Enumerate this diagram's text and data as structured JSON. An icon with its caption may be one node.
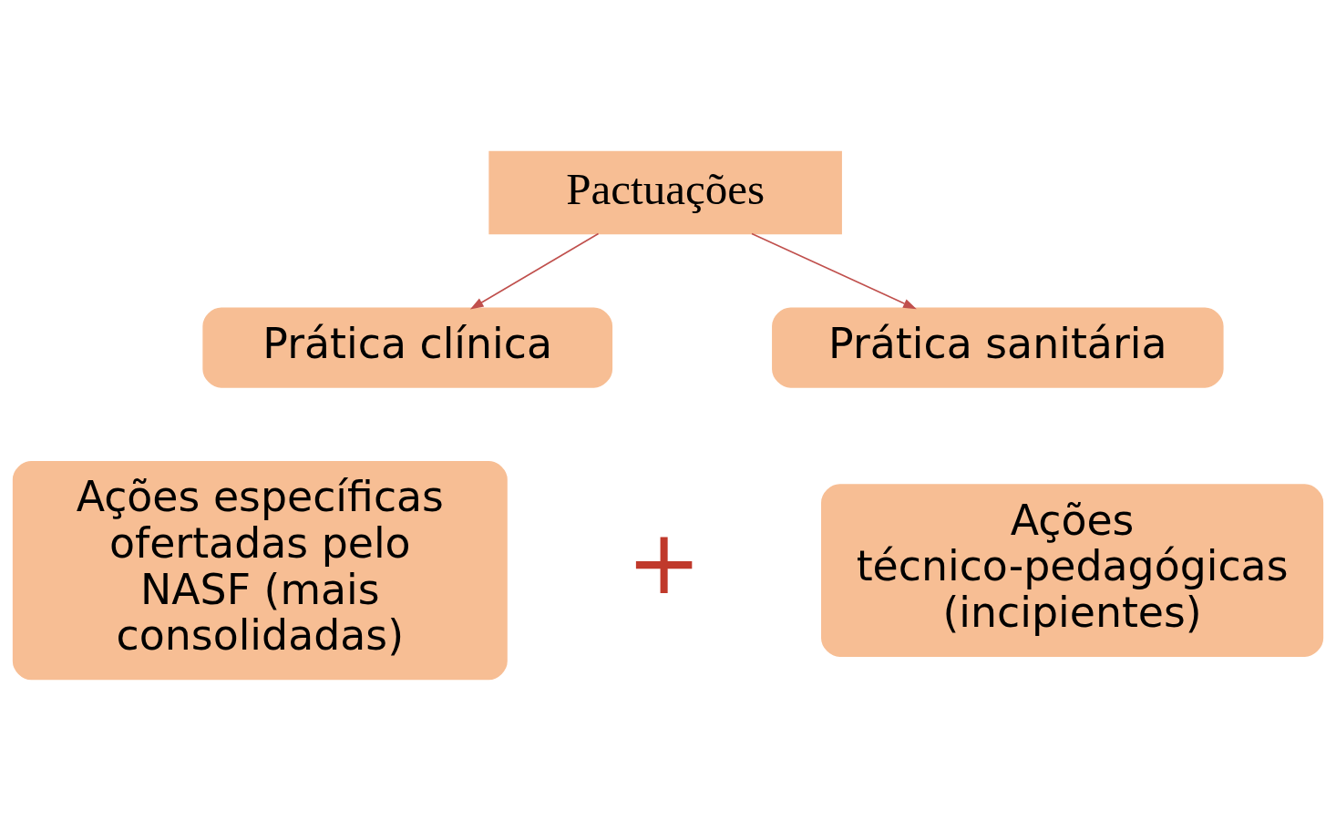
{
  "diagram": {
    "nodes": [
      {
        "text": [
          "Pactuações"
        ]
      },
      {
        "text": [
          "Prática clínica"
        ]
      },
      {
        "text": [
          "Prática sanitária"
        ]
      },
      {
        "text": [
          "Ações específicas ofertadas pelo NASF (mais consolidadas)"
        ]
      },
      {
        "text": [
          "Ações técnico-pedagógicas (incipientes)"
        ]
      }
    ],
    "edges": [
      {
        "from": 0,
        "to": 1,
        "arrow": "to"
      },
      {
        "from": 0,
        "to": 2,
        "arrow": "to"
      }
    ],
    "labels": [
      "+"
    ]
  }
}
